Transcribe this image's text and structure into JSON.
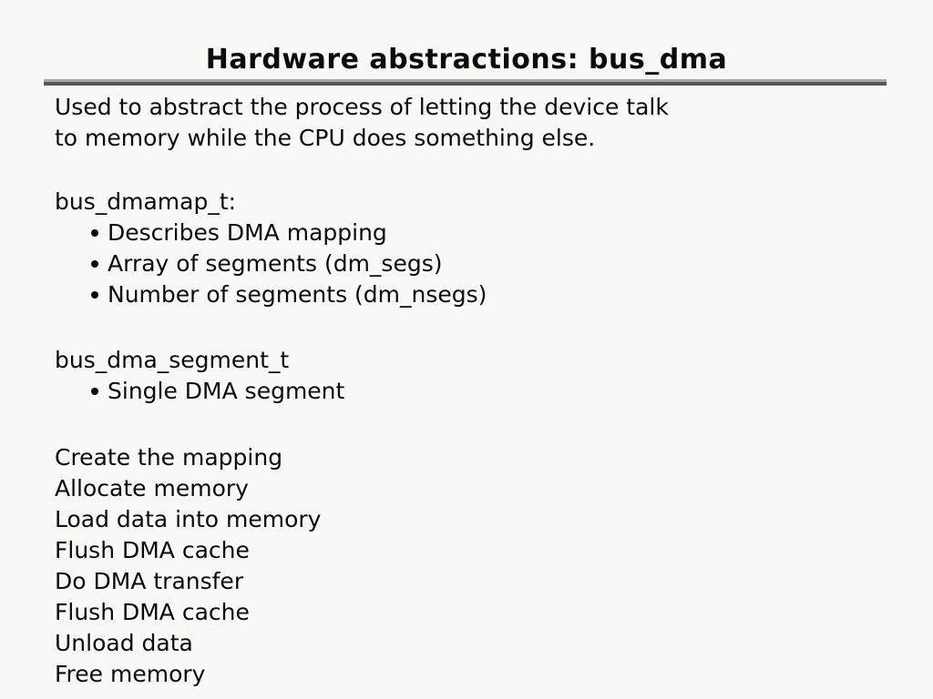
{
  "slide": {
    "title": "Hardware abstractions: bus_dma",
    "intro_lines": [
      "Used to abstract the process of letting the device talk",
      "to memory while the CPU does something else."
    ],
    "sections": [
      {
        "heading": "bus_dmamap_t:",
        "bullets": [
          "Describes DMA mapping",
          "Array of segments (dm_segs)",
          "Number of segments (dm_nsegs)"
        ]
      },
      {
        "heading": "bus_dma_segment_t",
        "bullets": [
          "Single DMA segment"
        ]
      }
    ],
    "steps": [
      "Create the mapping",
      "Allocate memory",
      "Load data into memory",
      "Flush DMA cache",
      "Do DMA transfer",
      "Flush DMA cache",
      "Unload data",
      "Free memory"
    ],
    "colors": {
      "background": "#f5faf5",
      "text": "#0b0b0b",
      "rule_top": "#a3a8a3",
      "rule_bottom": "#525752"
    }
  }
}
